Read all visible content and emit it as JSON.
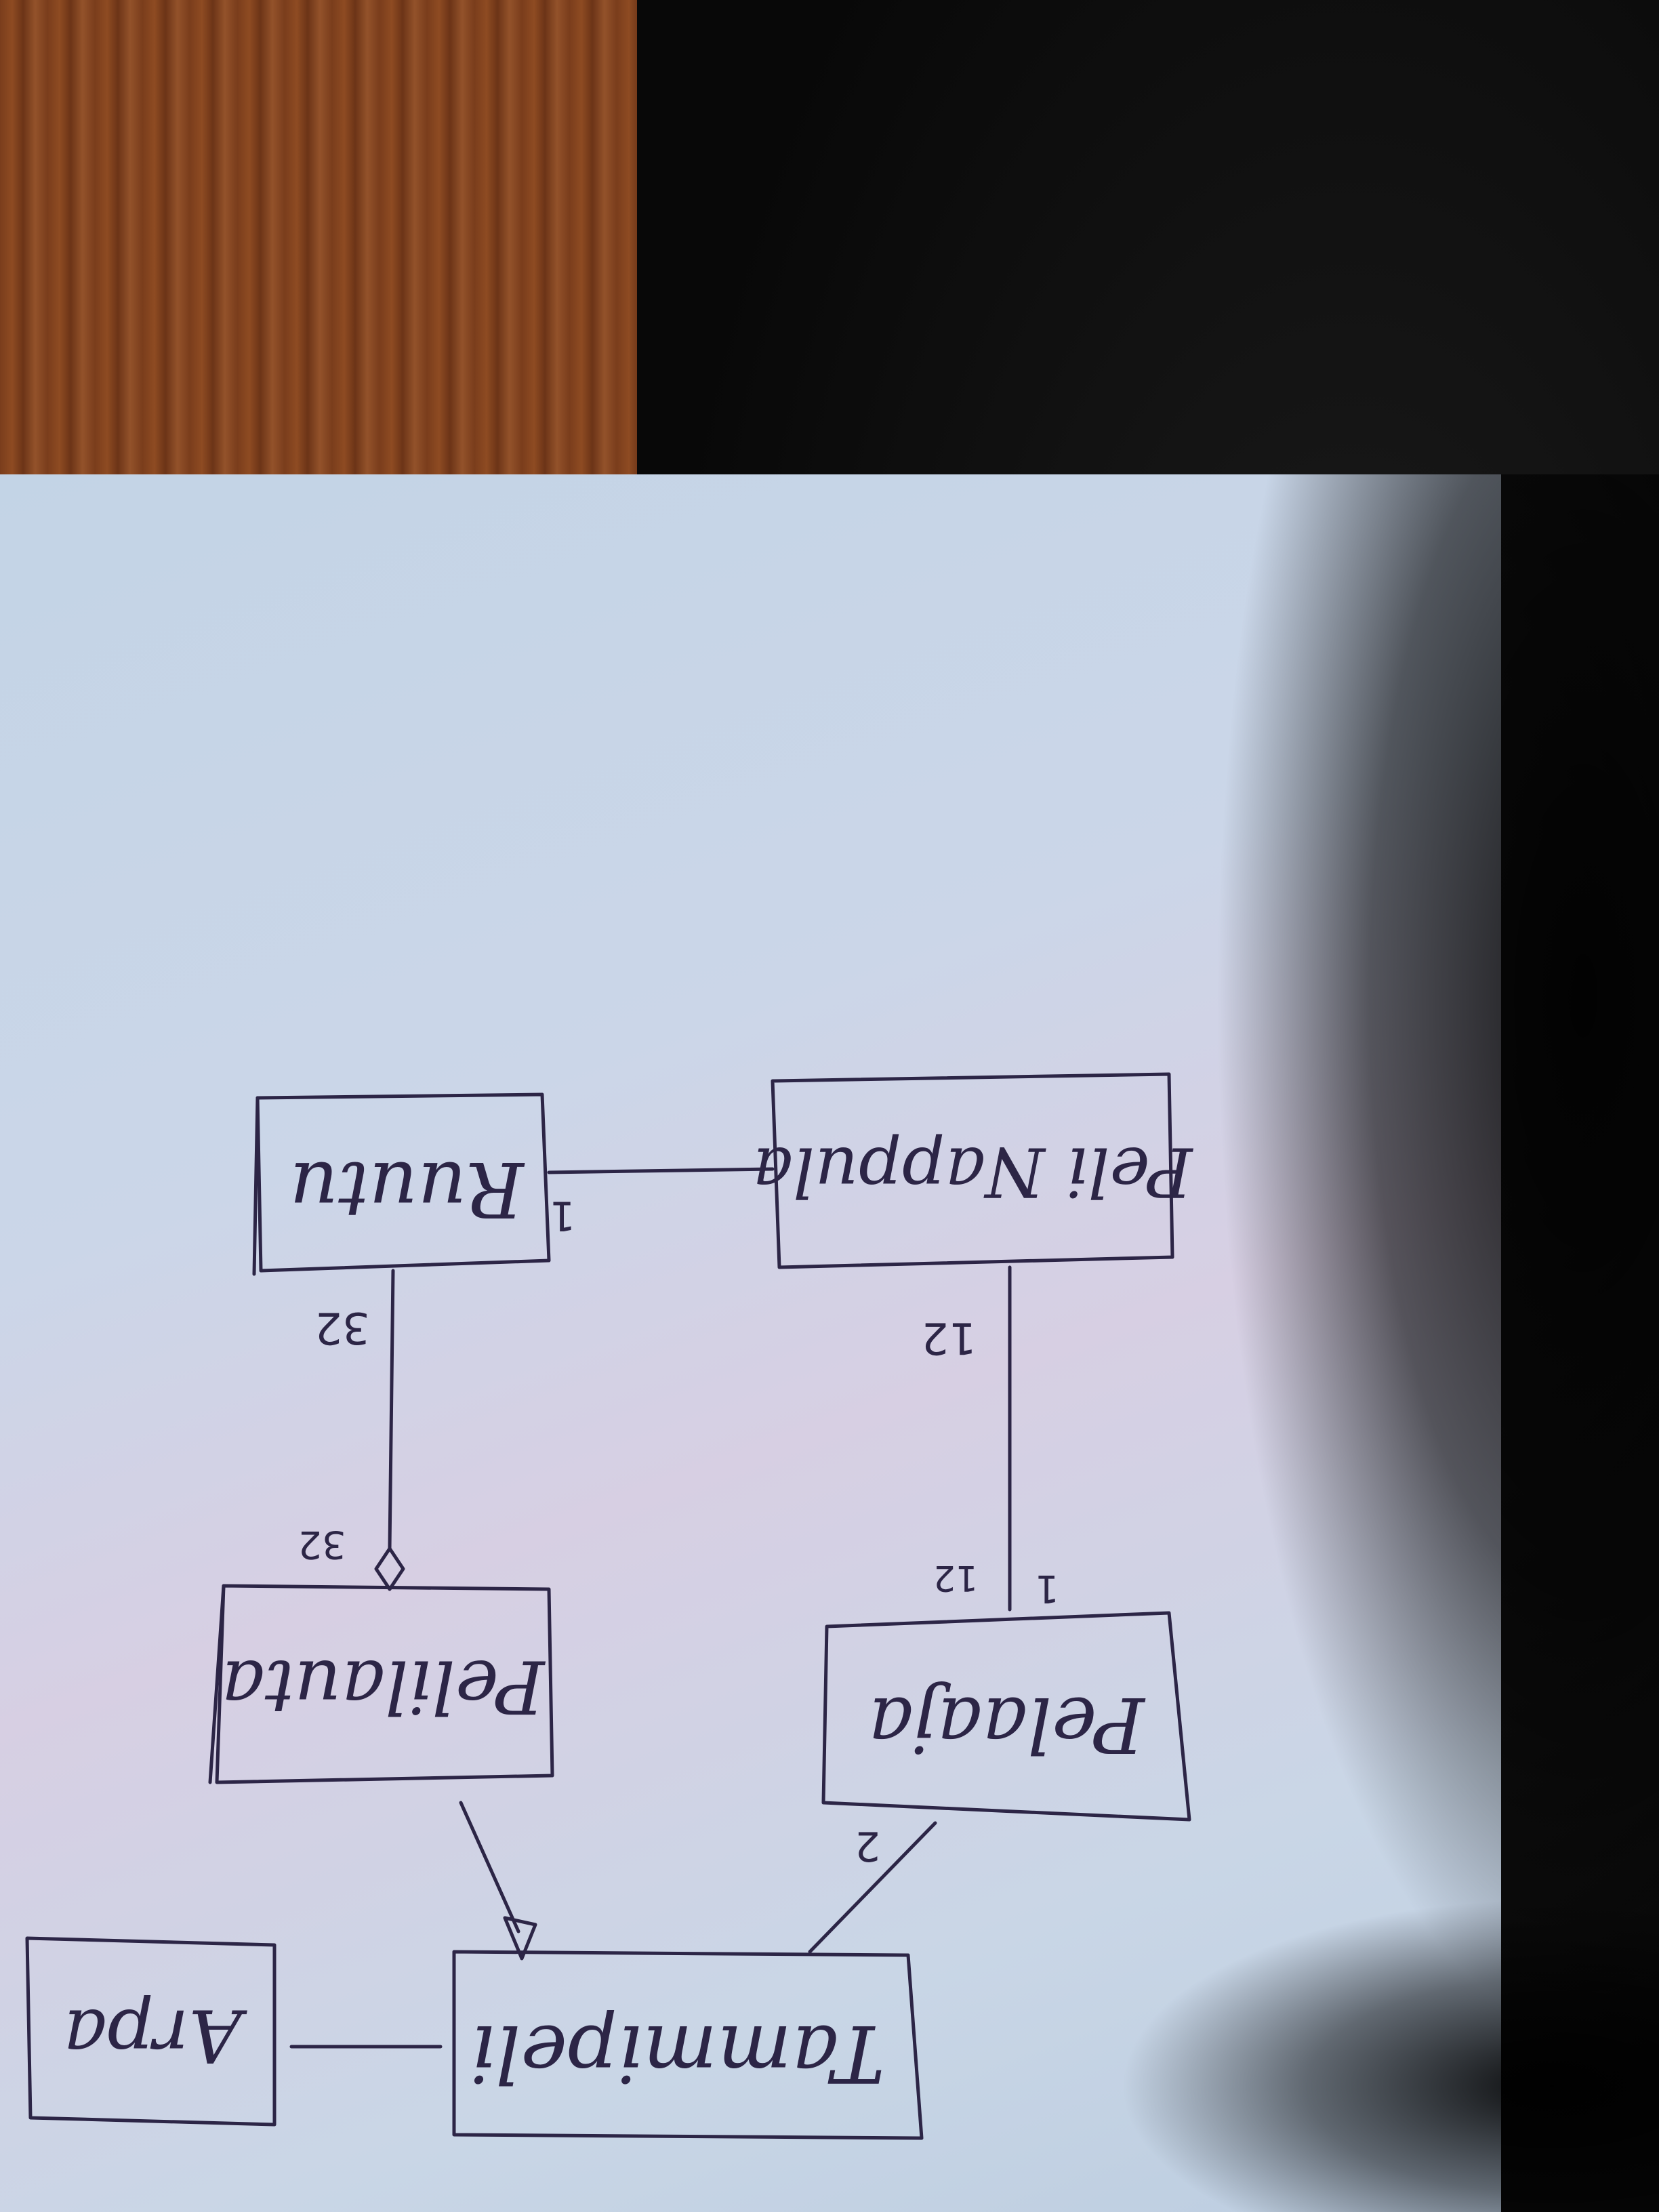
{
  "photo": {
    "ink_color": "#2c2546",
    "paper_color": "#c9d6e6"
  },
  "boxes": {
    "rutu": "Ruutu",
    "peli_nappula": "Peli Nappula",
    "pelilauta": "Pelilauta",
    "pelaaja": "Pelaaja",
    "tammipeli": "Tammipeli",
    "arpa": "Arpa"
  },
  "multiplicities": {
    "rutu_top": "1",
    "rutu_bottom": "32",
    "pelilauta_top": "32",
    "nappula_bottom": "12",
    "pelaaja_top": "12",
    "pelaaja_top_one": "1",
    "pelaaja_bottom": "2"
  }
}
